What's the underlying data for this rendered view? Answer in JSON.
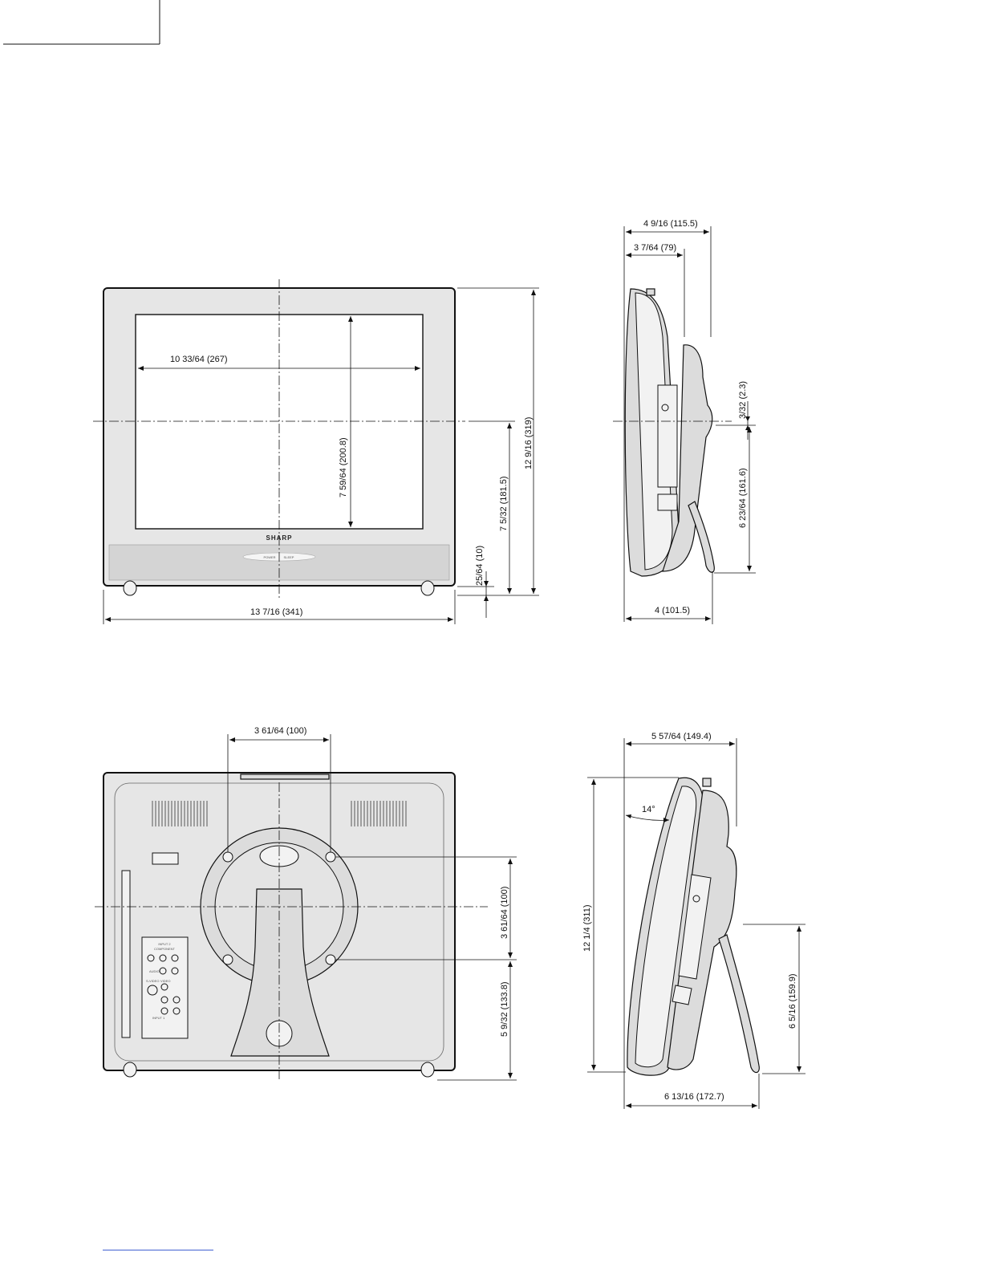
{
  "dimensions": {
    "front_width_screen": "10 33/64 (267)",
    "front_height_screen": "7 59/64 (200.8)",
    "front_total_height": "12 9/16 (319)",
    "front_center_height": "7 5/32 (181.5)",
    "front_base_gap": "25/64 (10)",
    "front_total_width": "13 7/16 (341)",
    "side_depth_top": "4 9/16 (115.5)",
    "side_depth_stand": "3 7/64 (79)",
    "side_offset": "3/32 (2.3)",
    "side_center_height": "6 23/64 (161.6)",
    "side_base_depth": "4 (101.5)",
    "rear_vesa_width": "3 61/64 (100)",
    "rear_vesa_height": "3 61/64 (100)",
    "rear_vesa_bottom": "5 9/32 (133.8)",
    "tilt_depth_top": "5 57/64 (149.4)",
    "tilt_angle": "14°",
    "tilt_total_height": "12 1/4 (311)",
    "tilt_stand_height": "6 5/16 (159.9)",
    "tilt_base_depth": "6 13/16 (172.7)"
  },
  "front_panel": {
    "brand": "SHARP",
    "power_label": "POWER",
    "sleep_label": "SLEEP"
  },
  "rear_panel": {
    "input_label": "INPUT 2",
    "component_label": "COMPONENT",
    "audio_label": "AUDIO",
    "svideo_label": "S-VIDEO",
    "video_label": "VIDEO",
    "input1_label": "INPUT 1"
  }
}
